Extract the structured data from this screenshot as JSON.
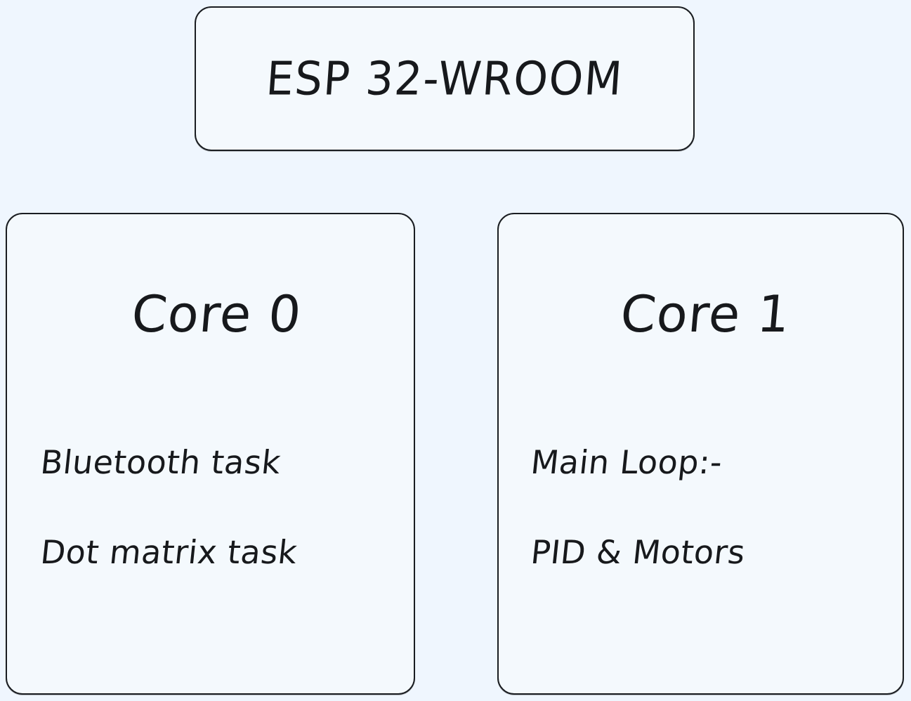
{
  "page": {
    "background_color": "#eff6fe",
    "node_fill_color": "#f4f9fd",
    "node_border_color": "#1a1d21",
    "text_color": "#17191c"
  },
  "diagram": {
    "title_node": {
      "label": "ESP 32-WROOM"
    },
    "cores": [
      {
        "heading": "Core 0",
        "lines": [
          "Bluetooth task",
          "Dot matrix task"
        ]
      },
      {
        "heading": "Core 1",
        "lines": [
          "Main Loop:-",
          "PID & Motors"
        ]
      }
    ]
  }
}
